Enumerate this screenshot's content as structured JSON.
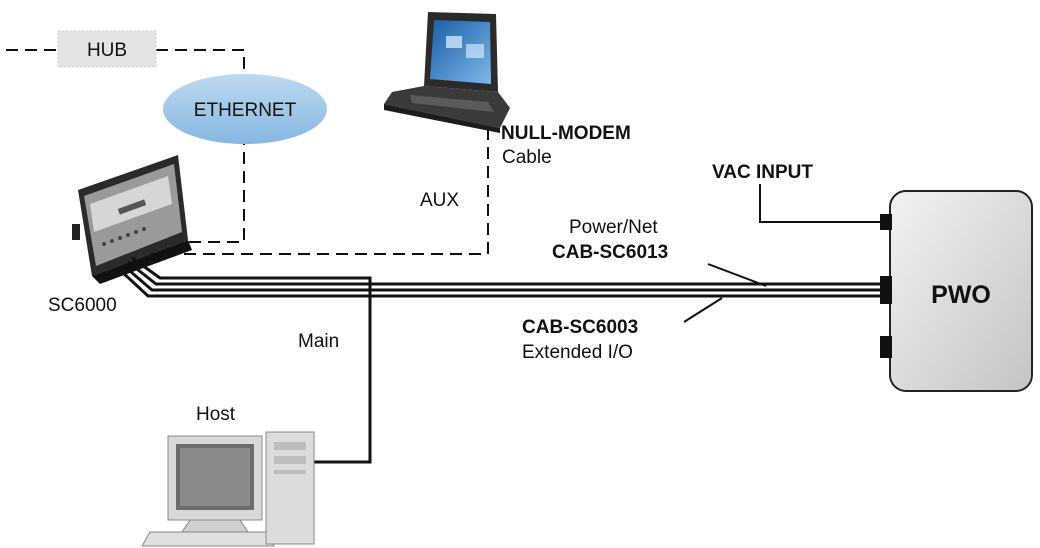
{
  "labels": {
    "hub": "HUB",
    "ethernet": "ETHERNET",
    "sc6000": "SC6000",
    "null_modem": "NULL-MODEM",
    "cable": "Cable",
    "aux": "AUX",
    "vac_input": "VAC INPUT",
    "power_net": "Power/Net",
    "cab_sc6013": "CAB-SC6013",
    "cab_sc6003": "CAB-SC6003",
    "extended_io": "Extended I/O",
    "main": "Main",
    "host": "Host",
    "pwo": "PWO"
  },
  "colors": {
    "ethernet_fill": "#9fc8ea",
    "hub_fill": "#e4e4e4",
    "pwo_fill": "#d9d9d9",
    "line": "#111111"
  },
  "icons": {
    "laptop": "laptop-icon",
    "host": "desktop-computer-icon",
    "controller": "sc6000-controller-icon"
  }
}
